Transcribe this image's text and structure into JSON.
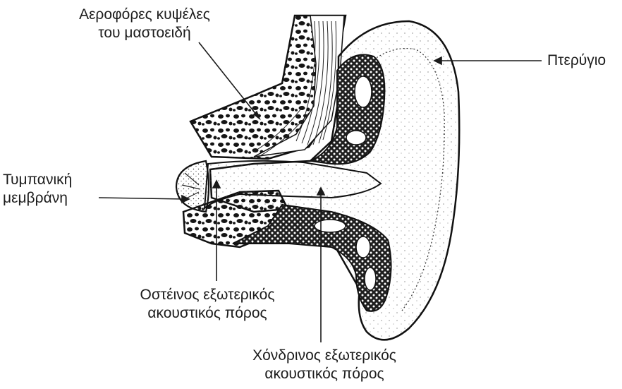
{
  "labels": {
    "mastoid": {
      "line1": "Αεροφόρες κυψέλες",
      "line2": "του μαστοειδή"
    },
    "pinna": {
      "line1": "Πτερύγιο"
    },
    "tympanic": {
      "line1": "Τυμπανική",
      "line2": "μεμβράνη"
    },
    "bony_canal": {
      "line1": "Οστέινος εξωτερικός",
      "line2": "ακουστικός πόρος"
    },
    "cartilage_canal": {
      "line1": "Χόνδρινος εξωτερικός",
      "line2": "ακουστικός πόρος"
    }
  },
  "colors": {
    "ink": "#1a1a1a",
    "background": "#ffffff",
    "dotted_shading": "#2a2a2a"
  }
}
